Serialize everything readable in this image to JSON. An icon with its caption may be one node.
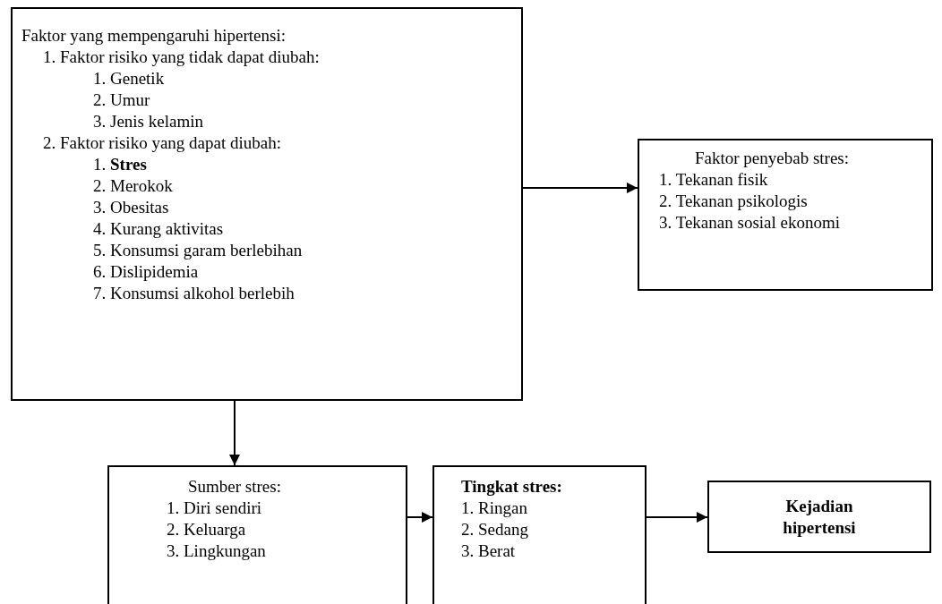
{
  "diagram": {
    "nodes": [
      {
        "text": [
          "Faktor yang mempengaruhi hipertensi:",
          "1. Faktor risiko yang tidak dapat diubah:",
          "1. Genetik",
          "2. Umur",
          "3. Jenis kelamin",
          "2. Faktor risiko yang dapat diubah:",
          "1. **Stres**",
          "2. Merokok",
          "3. Obesitas",
          "4. Kurang aktivitas",
          "5. Konsumsi garam berlebihan",
          "6. Dislipidemia",
          "7. Konsumsi alkohol berlebih"
        ]
      },
      {
        "text": [
          "Faktor penyebab stres:",
          "1. Tekanan fisik",
          "2. Tekanan psikologis",
          "3. Tekanan sosial ekonomi"
        ]
      },
      {
        "text": [
          "Sumber stres:",
          "1. Diri sendiri",
          "2. Keluarga",
          "3. Lingkungan"
        ]
      },
      {
        "text": [
          "Tingkat stres:",
          "1. Ringan",
          "2. Sedang",
          "3. Berat"
        ]
      },
      {
        "text": [
          "Kejadian hipertensi"
        ]
      }
    ],
    "edges": [
      {
        "from": 0,
        "to": 1,
        "arrow": "to"
      },
      {
        "from": 0,
        "to": 2,
        "arrow": "to"
      },
      {
        "from": 2,
        "to": 3,
        "arrow": "to"
      },
      {
        "from": 3,
        "to": 4,
        "arrow": "to"
      }
    ]
  }
}
